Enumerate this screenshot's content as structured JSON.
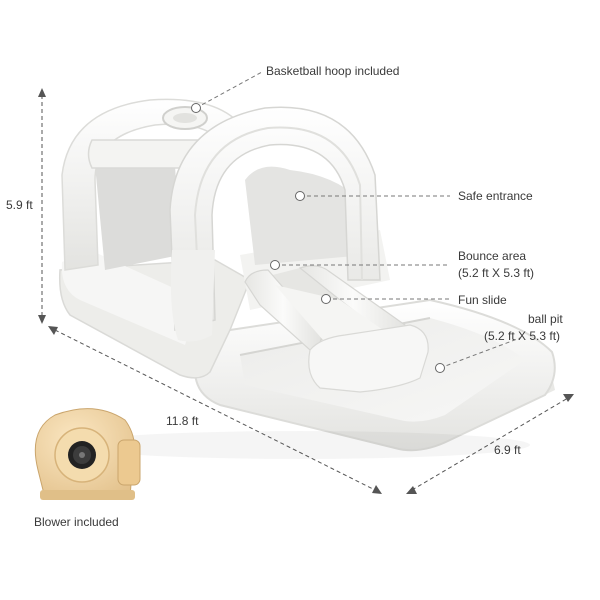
{
  "labels": {
    "basketball_hoop": "Basketball hoop included",
    "safe_entrance": "Safe entrance",
    "bounce_area_title": "Bounce area",
    "bounce_area_size": "(5.2 ft X 5.3 ft)",
    "fun_slide": "Fun slide",
    "ball_pit_title": "ball pit",
    "ball_pit_size": "(5.2 ft X 5.3 ft)",
    "blower": "Blower included"
  },
  "dimensions": {
    "height": "5.9 ft",
    "length": "11.8 ft",
    "width": "6.9 ft"
  },
  "colors": {
    "inflatable": "#f2f2f0",
    "inflatable_shadow": "#d9d9d6",
    "blower": "#f1d7a8",
    "blower_dark": "#d9b77c",
    "callout": "#777777"
  },
  "icons": {
    "product": "white-inflatable-bounce-house",
    "blower": "blower-fan"
  }
}
